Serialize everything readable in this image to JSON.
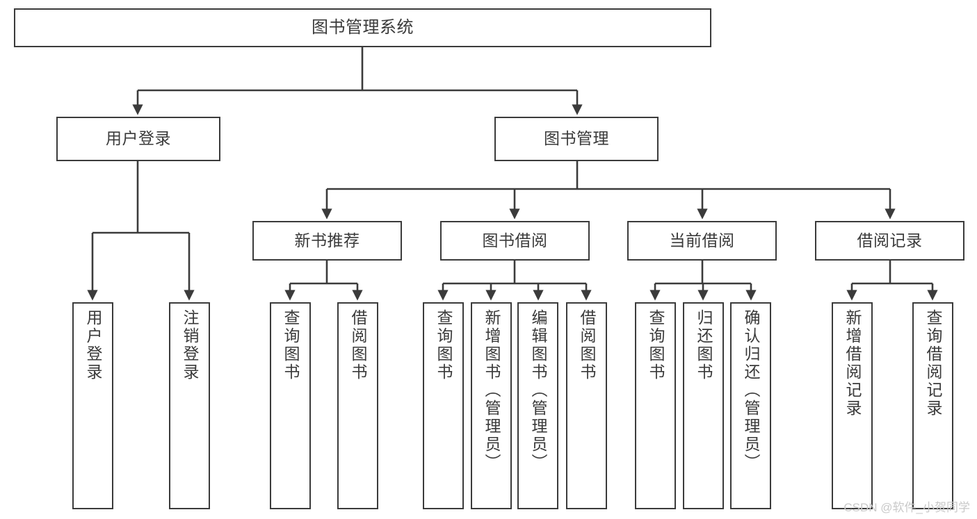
{
  "diagram": {
    "title": "图书管理系统",
    "type": "tree",
    "colors": {
      "box_border": "#3b3b3b",
      "box_fill": "#ffffff",
      "text": "#3a3a3a",
      "line": "#3b3b3b",
      "watermark": "#c9c9c9",
      "background": "#ffffff"
    },
    "nodes": {
      "root": {
        "label": "图书管理系统"
      },
      "level1": [
        {
          "label": "用户登录"
        },
        {
          "label": "图书管理"
        }
      ],
      "level2": [
        {
          "label": "新书推荐"
        },
        {
          "label": "图书借阅"
        },
        {
          "label": "当前借阅"
        },
        {
          "label": "借阅记录"
        }
      ],
      "leaves": {
        "user_login": [
          {
            "label": "用户登录"
          },
          {
            "label": "注销登录"
          }
        ],
        "new_book": [
          {
            "label": "查询图书"
          },
          {
            "label": "借阅图书"
          }
        ],
        "book_borrow": [
          {
            "label": "查询图书"
          },
          {
            "label": "新增图书（管理员）"
          },
          {
            "label": "编辑图书（管理员）"
          },
          {
            "label": "借阅图书"
          }
        ],
        "current_borrow": [
          {
            "label": "查询图书"
          },
          {
            "label": "归还图书"
          },
          {
            "label": "确认归还（管理员）"
          }
        ],
        "borrow_record": [
          {
            "label": "新增借阅记录"
          },
          {
            "label": "查询借阅记录"
          }
        ]
      }
    },
    "watermark": "CSDN @软件_小贺同学"
  }
}
